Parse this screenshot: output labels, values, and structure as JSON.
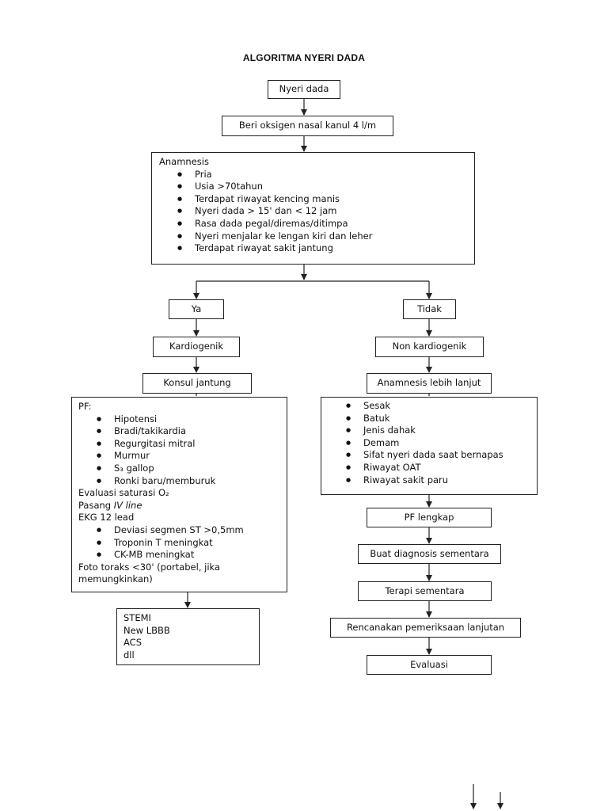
{
  "title": "ALGORITMA NYERI DADA",
  "nodes": {
    "nyeri_dada": "Nyeri dada",
    "oksigen": "Beri oksigen nasal kanul 4 l/m",
    "anamnesis_title": "Anamnesis",
    "anamnesis_items": [
      "Pria",
      "Usia >70tahun",
      "Terdapat riwayat kencing manis",
      "Nyeri dada > 15' dan < 12 jam",
      "Rasa dada pegal/diremas/ditimpa",
      "Nyeri menjalar ke lengan kiri dan leher",
      "Terdapat riwayat sakit jantung"
    ],
    "ya": "Ya",
    "tidak": "Tidak",
    "kardiogenik": "Kardiogenik",
    "non_kardiogenik": "Non kardiogenik",
    "konsul": "Konsul jantung",
    "anamnesis_lanjut": "Anamnesis lebih lanjut",
    "pf_title": "PF:",
    "pf_items_1": [
      "Hipotensi",
      "Bradi/takikardia",
      "Regurgitasi mitral",
      "Murmur",
      "S₃ gallop",
      "Ronki baru/memburuk"
    ],
    "pf_evaluasi": "Evaluasi saturasi O₂",
    "pf_pasang": "Pasang ",
    "pf_iv": "IV line",
    "pf_ekg": "EKG 12 lead",
    "pf_items_2": [
      "Deviasi segmen ST >0,5mm",
      "Troponin T meningkat",
      "CK-MB meningkat"
    ],
    "pf_foto": "Foto toraks <30' (portabel, jika memungkinkan)",
    "right_items": [
      "Sesak",
      "Batuk",
      "Jenis dahak",
      "Demam",
      "Sifat nyeri dada saat bernapas",
      "Riwayat OAT",
      "Riwayat sakit paru"
    ],
    "result_lines": [
      "STEMI",
      "New LBBB",
      "ACS",
      "dll"
    ],
    "pf_lengkap": "PF lengkap",
    "diagnosis": "Buat diagnosis sementara",
    "terapi": "Terapi sementara",
    "rencana": "Rencanakan pemeriksaan lanjutan",
    "evaluasi": "Evaluasi"
  },
  "colors": {
    "line": "#222222",
    "text": "#111111",
    "background": "#ffffff"
  }
}
